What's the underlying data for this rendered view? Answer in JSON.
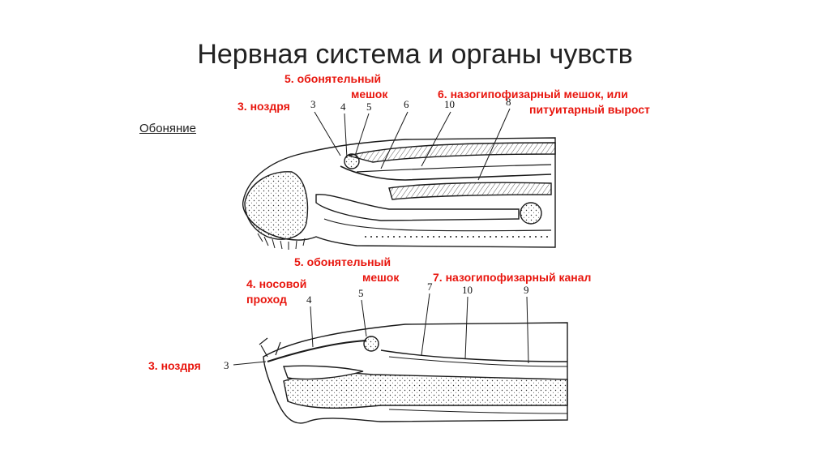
{
  "slide": {
    "title": "Нервная система и органы чувств",
    "subtitle": "Обоняние"
  },
  "labels_top": {
    "olfactory_sac_l1": "5. обонятельный",
    "olfactory_sac_l2": "мешок",
    "nostril": "3. ноздря",
    "nasohypophyseal_sac_l1": "6. назогипофизарный мешок, или",
    "nasohypophyseal_sac_l2": "питуитарный вырост"
  },
  "labels_bottom": {
    "olfactory_sac_l1": "5. обонятельный",
    "olfactory_sac_l2": "мешок",
    "nasal_passage_l1": "4. носовой",
    "nasal_passage_l2": "проход",
    "nasohypophyseal_canal": "7. назогипофизарный канал",
    "nostril": "3. ноздря"
  },
  "numbers_top": [
    "3",
    "4",
    "5",
    "6",
    "10",
    "8"
  ],
  "numbers_bottom": [
    "4",
    "5",
    "7",
    "10",
    "9",
    "3"
  ],
  "colors": {
    "label": "#e8160e",
    "ink": "#1a1a1a"
  }
}
